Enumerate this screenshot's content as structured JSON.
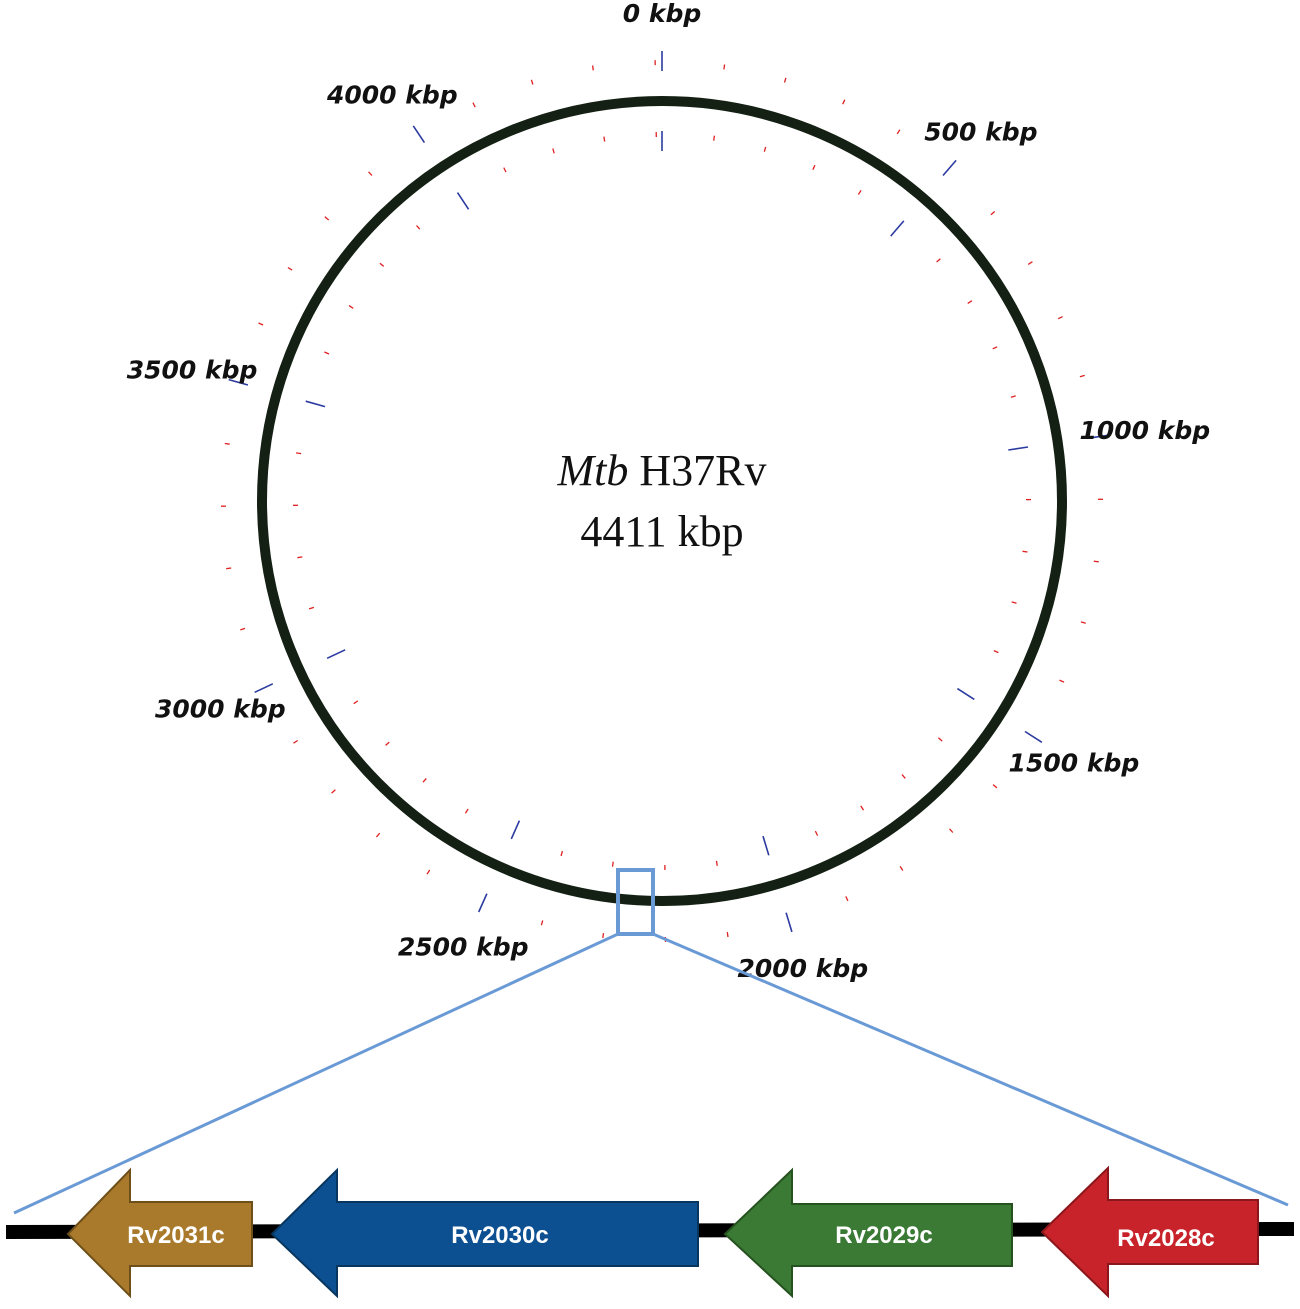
{
  "genome": {
    "name_italic": "Mtb",
    "name_rest": "H37Rv",
    "size_label": "4411 kbp",
    "total_kbp": 4411
  },
  "scale_labels": [
    {
      "kbp": 0,
      "text": "0 kbp"
    },
    {
      "kbp": 500,
      "text": "500 kbp"
    },
    {
      "kbp": 1000,
      "text": "1000 kbp"
    },
    {
      "kbp": 1500,
      "text": "1500 kbp"
    },
    {
      "kbp": 2000,
      "text": "2000 kbp"
    },
    {
      "kbp": 2500,
      "text": "2500 kbp"
    },
    {
      "kbp": 3000,
      "text": "3000 kbp"
    },
    {
      "kbp": 3500,
      "text": "3500 kbp"
    },
    {
      "kbp": 4000,
      "text": "4000 kbp"
    }
  ],
  "minor_tick_interval_kbp": 100,
  "major_tick_interval_kbp": 500,
  "colors": {
    "circle": "#142014",
    "major_tick": "#2b3aa0",
    "minor_tick": "#e02020",
    "zoom": "#6a9ad6",
    "backbone": "#000000"
  },
  "genes": [
    {
      "id": "Rv2031c",
      "label": "Rv2031c",
      "fill": "#a97a2c",
      "stroke": "#6e4f1a"
    },
    {
      "id": "Rv2030c",
      "label": "Rv2030c",
      "fill": "#0d5092",
      "stroke": "#08365f"
    },
    {
      "id": "Rv2029c",
      "label": "Rv2029c",
      "fill": "#3a7a34",
      "stroke": "#25521f"
    },
    {
      "id": "Rv2028c",
      "label": "Rv2028c",
      "fill": "#c8232a",
      "stroke": "#8a171b"
    }
  ]
}
